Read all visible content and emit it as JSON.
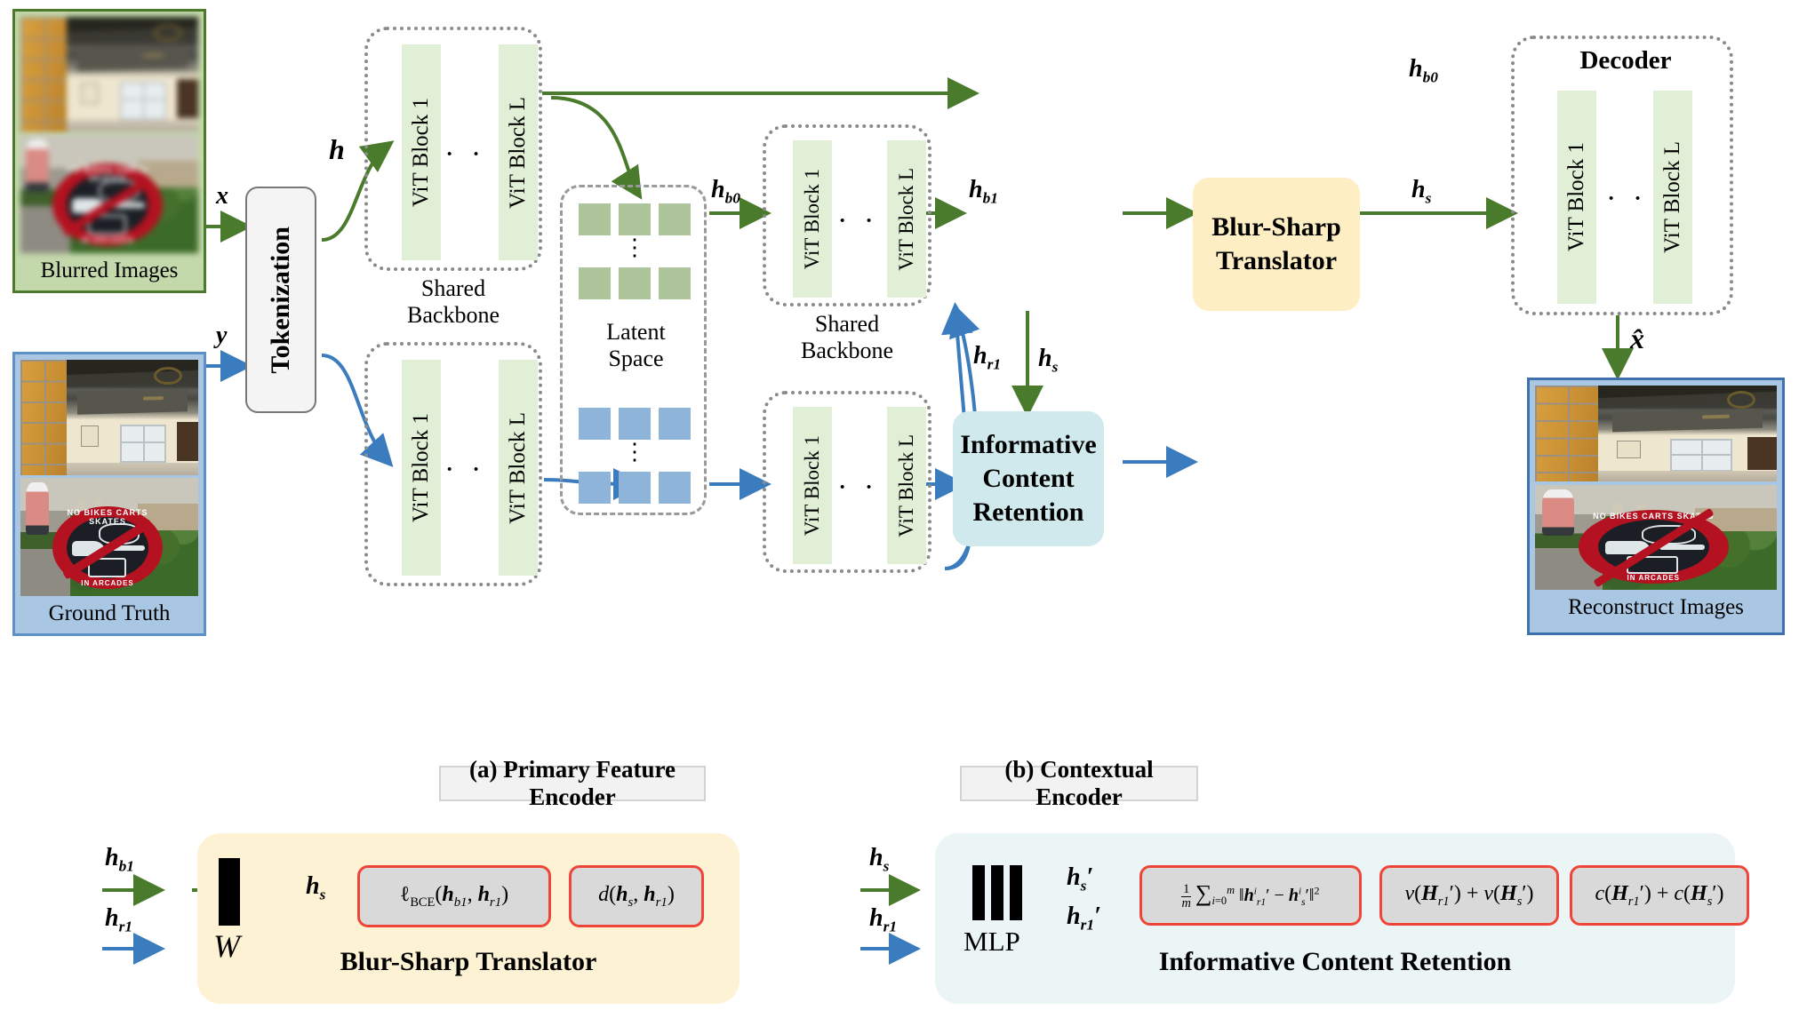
{
  "inputs": {
    "blurred": {
      "caption": "Blurred Images",
      "border_color": "#4c7a2a",
      "fill_color": "#c3d8ab"
    },
    "ground_truth": {
      "caption": "Ground Truth",
      "border_color": "#5e8fc7",
      "fill_color": "#a9c7e3"
    }
  },
  "tokenization": {
    "label": "Tokenization"
  },
  "edge_labels": {
    "x": "x",
    "y": "y",
    "h": "h",
    "h_b0_latent": "h",
    "h_b0_latent_sub": "b0",
    "h_b0_top": "h",
    "h_b0_top_sub": "b0",
    "h_b1": "h",
    "h_b1_sub": "b1",
    "h_s_right": "h",
    "h_s_right_sub": "s",
    "h_s_down": "h",
    "h_s_down_sub": "s",
    "h_r1_curve": "h",
    "h_r1_curve_sub": "r1",
    "h_r1_straight": "h",
    "h_r1_straight_sub": "r1",
    "x_hat": "x̂"
  },
  "backbones": {
    "primary_top": {
      "block_first": "ViT Block 1",
      "block_last": "ViT Block L",
      "dots": "· · ·",
      "caption": "Shared\nBackbone"
    },
    "primary_bottom": {
      "block_first": "ViT Block 1",
      "block_last": "ViT Block L",
      "dots": "· · ·"
    },
    "contextual_top": {
      "block_first": "ViT Block 1",
      "block_last": "ViT Block L",
      "dots": "· · ·",
      "caption": "Shared\nBackbone"
    },
    "contextual_bottom": {
      "block_first": "ViT Block 1",
      "block_last": "ViT Block L",
      "dots": "· · ·"
    }
  },
  "backbone_captions": {
    "shared_a_line1": "Shared",
    "shared_a_line2": "Backbone",
    "shared_b_line1": "Shared",
    "shared_b_line2": "Backbone"
  },
  "latent_space": {
    "label_line1": "Latent",
    "label_line2": "Space",
    "vdots": "⋮",
    "green_color": "#aec49a",
    "blue_color": "#8fb4d9",
    "rows": 2,
    "cols": 3
  },
  "modules": {
    "translator": {
      "label_line1": "Blur-Sharp",
      "label_line2": "Translator",
      "fill": "#fdeec4"
    },
    "retention": {
      "label_line1": "Informative",
      "label_line2": "Content",
      "label_line3": "Retention",
      "fill": "#cfe9ec"
    }
  },
  "decoder": {
    "title": "Decoder",
    "block_first": "ViT Block 1",
    "block_last": "ViT Block L",
    "dots": "· · ·"
  },
  "section_labels": {
    "a": "(a) Primary Feature Encoder",
    "b": "(b) Contextual Encoder"
  },
  "output": {
    "caption": "Reconstruct Images",
    "border_color": "#3f72ad",
    "fill_color": "#a9c7e3"
  },
  "bottom_left_panel": {
    "title": "Blur-Sharp Translator",
    "fill": "#fdf3d4",
    "in_top": "h",
    "in_top_sub": "b1",
    "in_bottom": "h",
    "in_bottom_sub": "r1",
    "w_symbol": "W",
    "out": "h",
    "out_sub": "s",
    "formula_1": "ℓ<sub>BCE</sub>(<b><i>h</i></b><sub>b1</sub>, <b><i>h</i></b><sub>r1</sub>)",
    "formula_2": "d(<b><i>h</i></b><sub>s</sub>, <b><i>h</i></b><sub>r1</sub>)"
  },
  "bottom_right_panel": {
    "title": "Informative Content Retention",
    "fill": "#ecf5f6",
    "in_top": "h",
    "in_top_sub": "s",
    "in_bottom": "h",
    "in_bottom_sub": "r1",
    "mlp_label": "MLP",
    "out_top": "h",
    "out_top_sub": "s",
    "out_top_prime": "′",
    "out_bottom": "h",
    "out_bottom_sub": "r1",
    "out_bottom_prime": "′",
    "formula_1": "<span class=\"frac\">1/m</span> ∑<sub>i=0</sub><sup>m</sup> ‖<b><i>h</i></b><sup>i</sup><sub>r1</sub>′ − <b><i>h</i></b><sup>i</sup><sub>s</sub>′‖²",
    "formula_2": "v(<b><i>H</i></b><sub>r1</sub>′) + v(<b><i>H</i></b><sub>s</sub>′)",
    "formula_3": "c(<b><i>H</i></b><sub>r1</sub>′) + c(<b><i>H</i></b><sub>s</sub>′)"
  },
  "colors": {
    "green_arrow": "#4a7a2b",
    "blue_arrow": "#3a7cbe",
    "vit_fill": "#e1efd6",
    "red_border": "#ef4538",
    "formula_fill": "#d9d9d9"
  }
}
